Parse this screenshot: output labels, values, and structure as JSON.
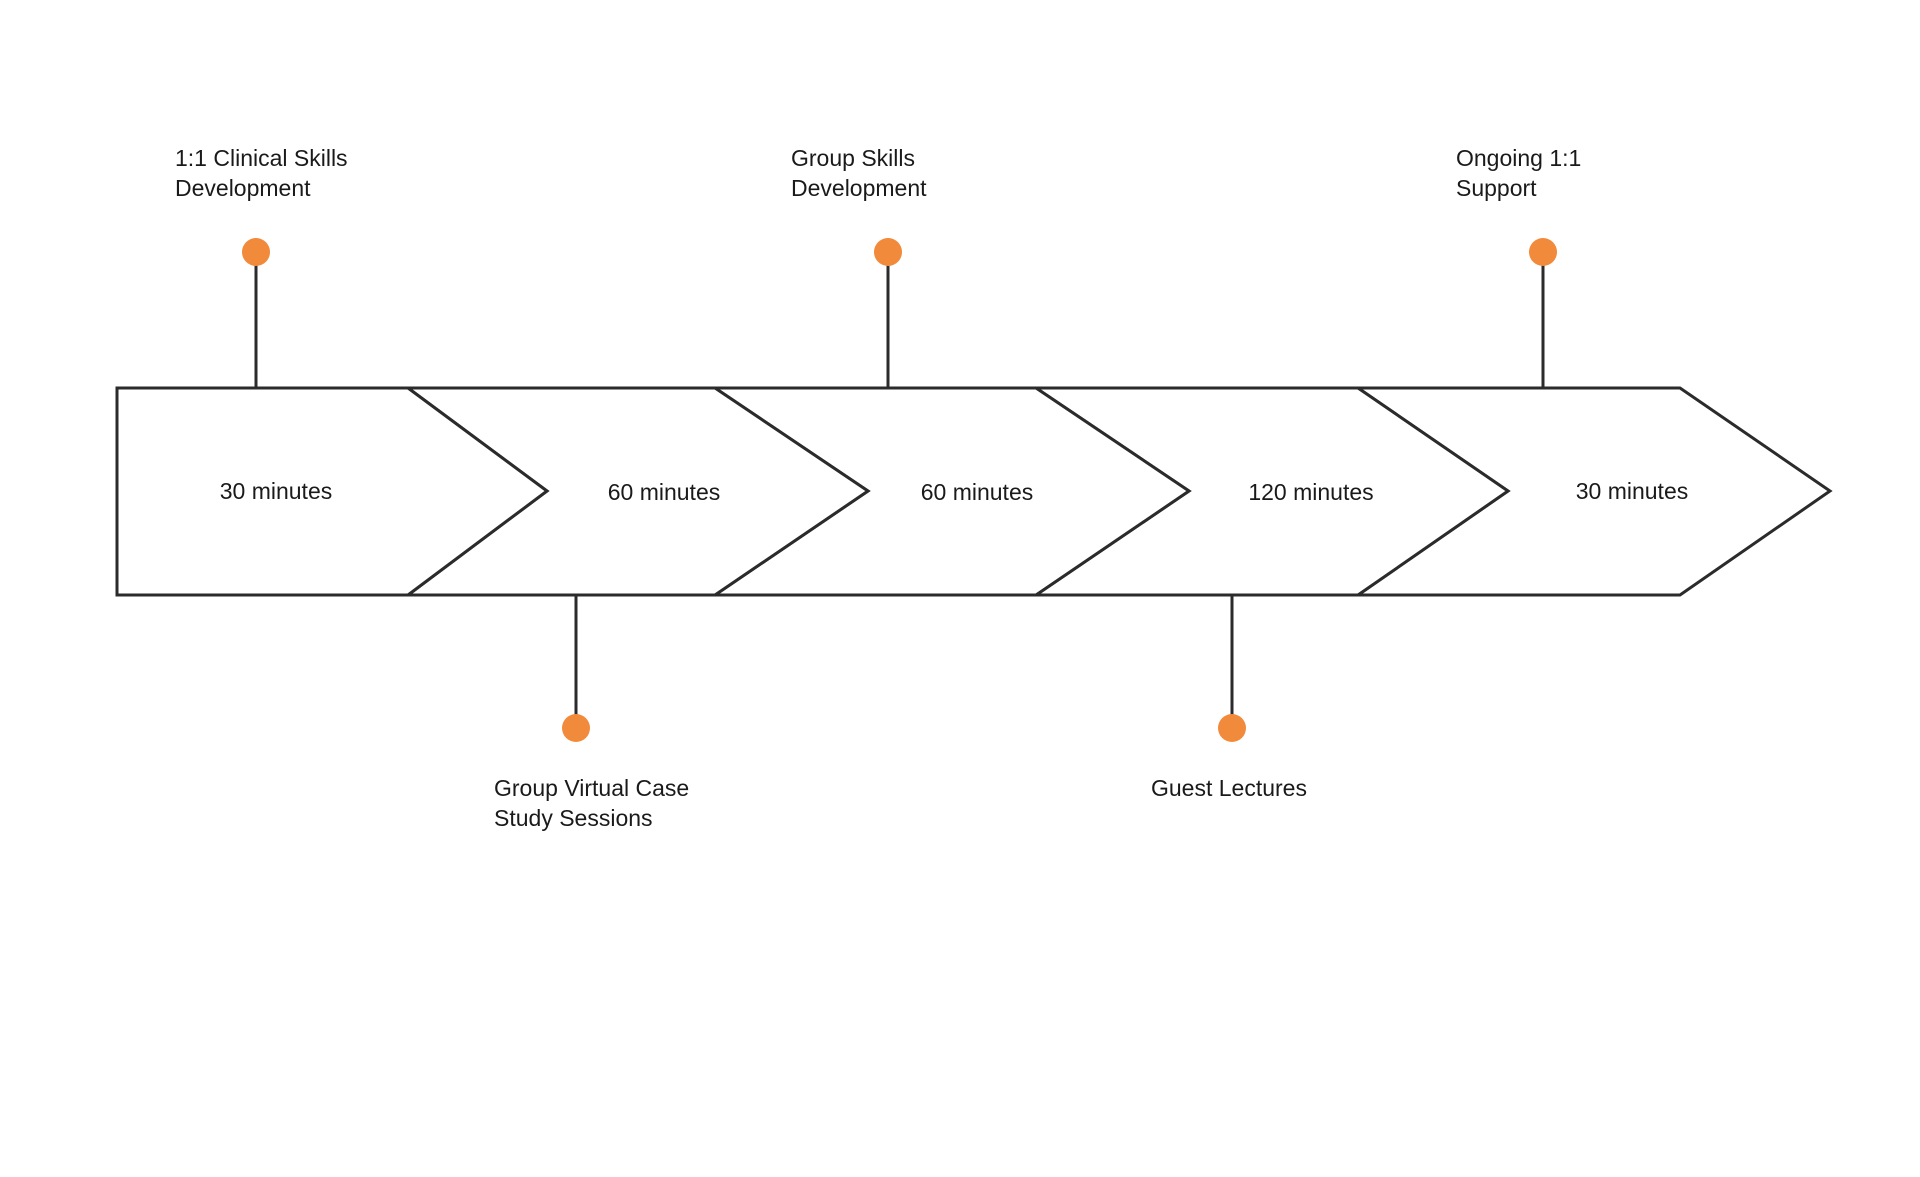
{
  "diagram": {
    "colors": {
      "line": "#2b2b2b",
      "dot": "#f28a3c",
      "text": "#1a1a1a",
      "background": "#ffffff"
    },
    "durations": [
      "30 minutes",
      "60 minutes",
      "60 minutes",
      "120 minutes",
      "30 minutes"
    ],
    "milestones": [
      {
        "label_line1": "1:1 Clinical Skills",
        "label_line2": "Development",
        "side": "top"
      },
      {
        "label_line1": "Group Virtual Case",
        "label_line2": "Study Sessions",
        "side": "bottom"
      },
      {
        "label_line1": "Group Skills",
        "label_line2": "Development",
        "side": "top"
      },
      {
        "label_line1": "Guest Lectures",
        "label_line2": "",
        "side": "bottom"
      },
      {
        "label_line1": "Ongoing 1:1",
        "label_line2": "Support",
        "side": "top"
      }
    ]
  }
}
